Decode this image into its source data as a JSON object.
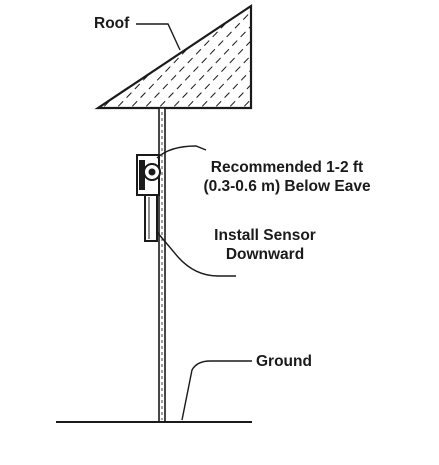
{
  "labels": {
    "roof": "Roof",
    "recommended_line1": "Recommended 1-2 ft",
    "recommended_line2": "(0.3-0.6 m) Below Eave",
    "install_line1": "Install Sensor",
    "install_line2": "Downward",
    "ground": "Ground"
  },
  "colors": {
    "ink": "#1a1a1a",
    "background": "#ffffff"
  }
}
